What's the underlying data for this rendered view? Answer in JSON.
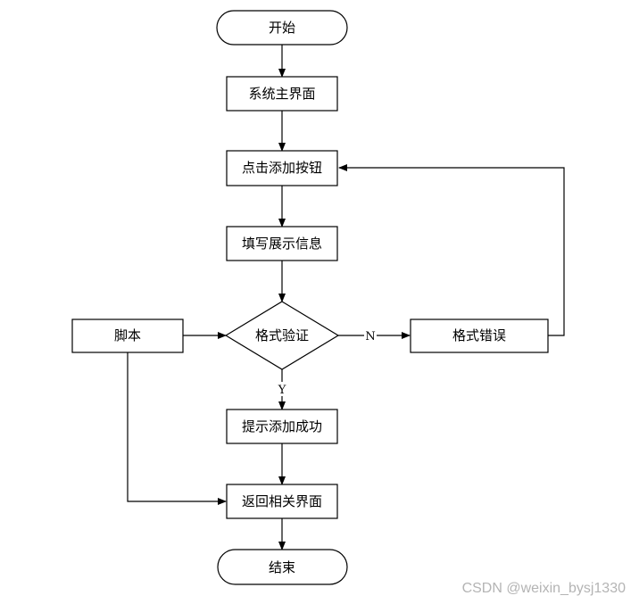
{
  "flowchart": {
    "nodes": {
      "start": "开始",
      "main_ui": "系统主界面",
      "click_add": "点击添加按钮",
      "fill_info": "填写展示信息",
      "format_check": "格式验证",
      "format_error": "格式错误",
      "script": "脚本",
      "add_success": "提示添加成功",
      "return_ui": "返回相关界面",
      "end": "结束"
    },
    "edge_labels": {
      "no": "N",
      "yes": "Y"
    }
  },
  "watermark": "CSDN @weixin_bysj1330",
  "colors": {
    "stroke": "#000000",
    "fill": "#ffffff",
    "watermark": "#b4b4b4"
  }
}
